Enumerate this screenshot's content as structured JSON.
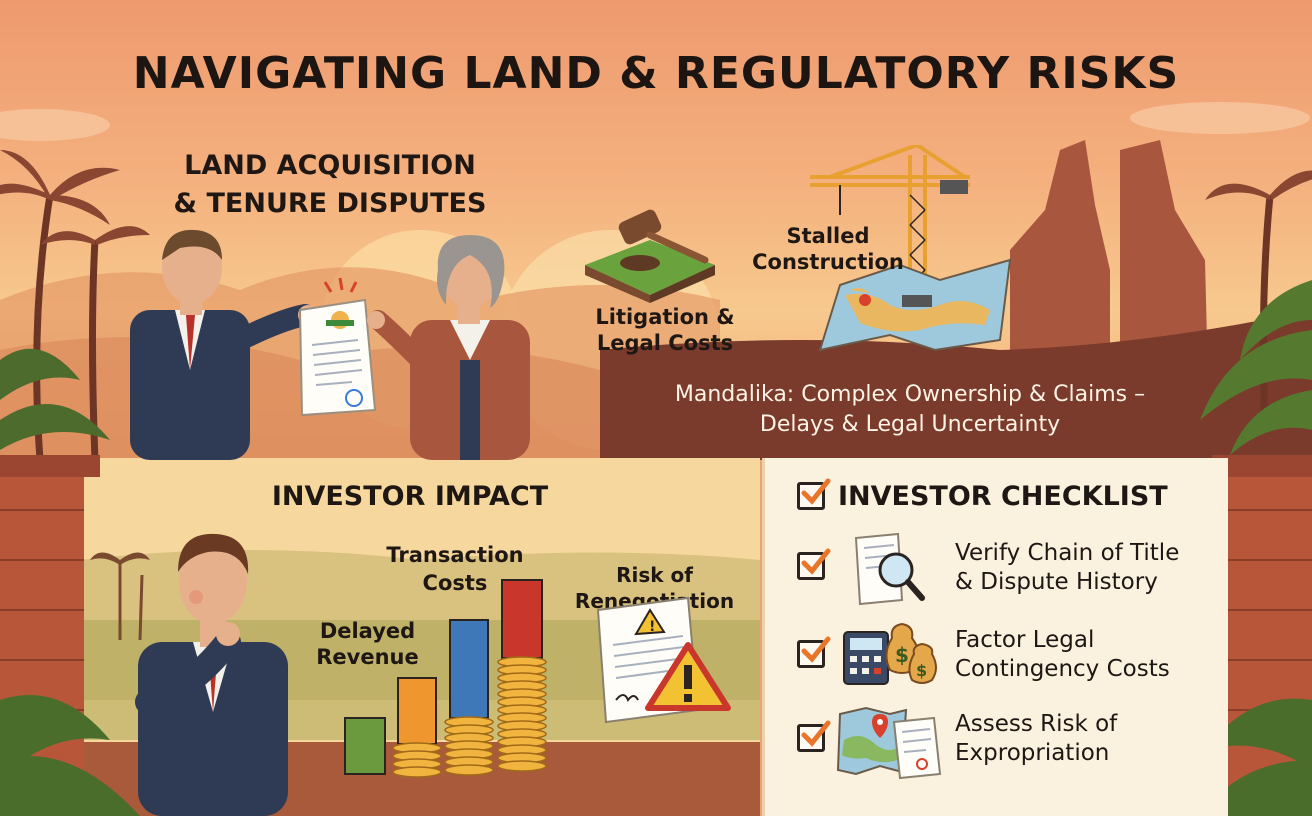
{
  "title": "NAVIGATING LAND & REGULATORY RISKS",
  "land_section": {
    "heading_line1": "LAND ACQUISITION",
    "heading_line2": "& TENURE DISPUTES",
    "litigation_line1": "Litigation &",
    "litigation_line2": "Legal Costs",
    "stalled_line1": "Stalled",
    "stalled_line2": "Construction",
    "banner_line1": "Mandalika: Complex Ownership & Claims –",
    "banner_line2": "Delays & Legal Uncertainty"
  },
  "impact_section": {
    "heading": "INVESTOR IMPACT",
    "delayed_line1": "Delayed",
    "delayed_line2": "Revenue",
    "transaction_line1": "Transaction",
    "transaction_line2": "Costs",
    "renegotiation_line1": "Risk of",
    "renegotiation_line2": "Renegotiation"
  },
  "checklist_section": {
    "heading": "INVESTOR CHECKLIST",
    "items": [
      {
        "line1": "Verify Chain of Title",
        "line2": "& Dispute History",
        "icon": "magnifier-document-icon"
      },
      {
        "line1": "Factor Legal",
        "line2": "Contingency Costs",
        "icon": "calculator-money-icon"
      },
      {
        "line1": "Assess Risk of",
        "line2": "Expropriation",
        "icon": "map-document-icon"
      }
    ]
  },
  "colors": {
    "banner": "#7a3a2c",
    "check": "#e8752a",
    "checklist_bg": "#fbf1df"
  }
}
